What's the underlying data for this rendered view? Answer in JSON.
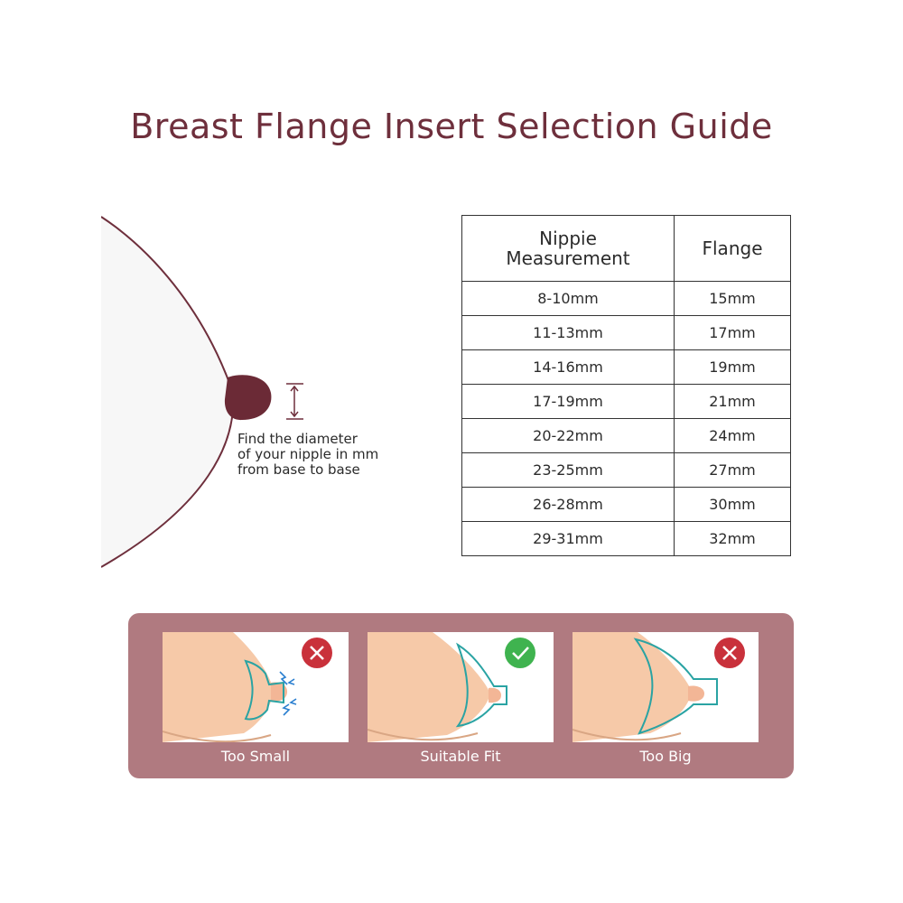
{
  "title": "Breast Flange Insert Selection Guide",
  "instruction": "Find the diameter\nof your nipple in mm\nfrom base to base",
  "table": {
    "headers": [
      "Nippie\nMeasurement",
      "Flange"
    ],
    "rows": [
      [
        "8-10mm",
        "15mm"
      ],
      [
        "11-13mm",
        "17mm"
      ],
      [
        "14-16mm",
        "19mm"
      ],
      [
        "17-19mm",
        "21mm"
      ],
      [
        "20-22mm",
        "24mm"
      ],
      [
        "23-25mm",
        "27mm"
      ],
      [
        "26-28mm",
        "30mm"
      ],
      [
        "29-31mm",
        "32mm"
      ]
    ]
  },
  "fits": [
    {
      "label": "Too Small",
      "status": "wrong",
      "icon": "cross-icon"
    },
    {
      "label": "Suitable Fit",
      "status": "correct",
      "icon": "check-icon"
    },
    {
      "label": "Too Big",
      "status": "wrong",
      "icon": "cross-icon"
    }
  ],
  "colors": {
    "title": "#6e2f3c",
    "outline": "#6e2f3c",
    "nipple": "#6b2a36",
    "panel": "#b07a80",
    "skin": "#f6c9a8",
    "flange": "#2aa3a3",
    "ok": "#3fb34f",
    "bad": "#c9313b"
  }
}
